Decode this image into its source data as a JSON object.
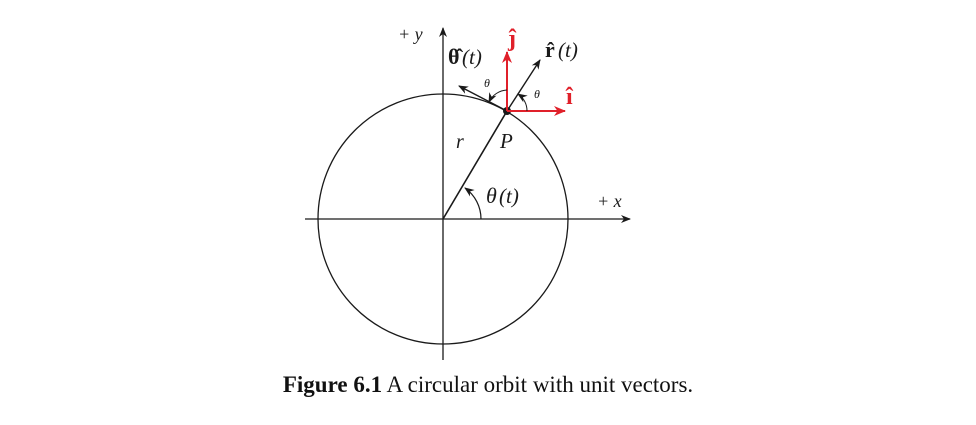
{
  "axes": {
    "x_label": "+ x",
    "y_label": "+ y"
  },
  "labels": {
    "point": "P",
    "radius": "r",
    "angle": "θ",
    "angle_t": "(t)",
    "small_theta_1": "θ",
    "small_theta_2": "θ"
  },
  "vectors": {
    "r_hat_symbol": "r̂",
    "r_hat_arg": "(t)",
    "theta_hat_symbol": "θ̂",
    "theta_hat_arg": "(t)",
    "i_hat": "î",
    "j_hat": "ĵ"
  },
  "caption": {
    "label": "Figure 6.1",
    "text": " A circular orbit with unit vectors."
  },
  "colors": {
    "ink": "#1a1a1a",
    "unit_vector_red": "#e0202a"
  }
}
